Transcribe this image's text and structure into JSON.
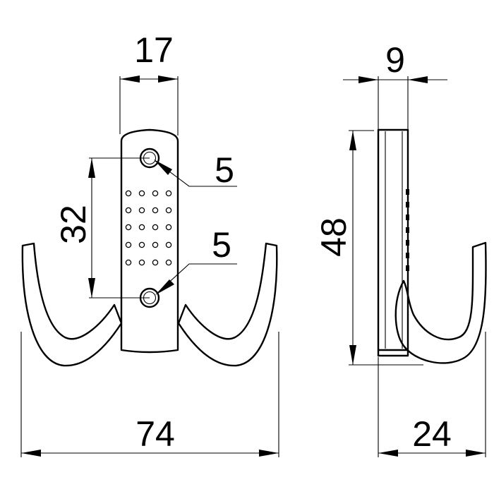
{
  "colors": {
    "line": "#000000",
    "background": "#ffffff"
  },
  "front_view": {
    "width_dim": "17",
    "hole_dim_top": "5",
    "hole_dim_bottom": "5",
    "hole_spacing_dim": "32",
    "overall_width_dim": "74"
  },
  "side_view": {
    "thickness_dim": "9",
    "height_dim": "48",
    "depth_dim": "24"
  }
}
